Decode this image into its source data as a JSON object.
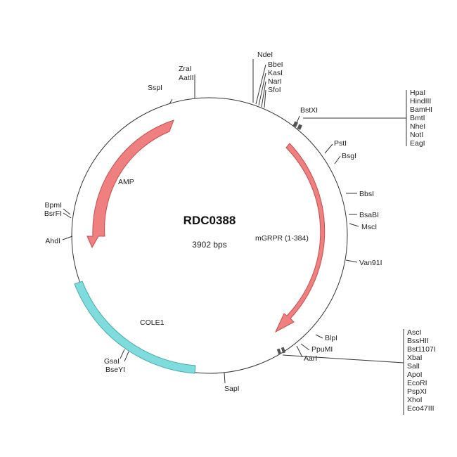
{
  "plasmid": {
    "name": "RDC0388",
    "size_label": "3902 bps",
    "colors": {
      "backbone": "#333333",
      "orf_fill": "#f08080",
      "orf_stroke": "#c05050",
      "ori_fill": "#7fdcdc",
      "ori_stroke": "#4aa8a8"
    }
  },
  "features": {
    "amp": "AMP",
    "mgrpr": "mGRPR (1-384)",
    "cole1": "COLE1"
  },
  "sites": {
    "ssp": "SspI",
    "zra": "ZraI",
    "aat": "AatII",
    "nde": "NdeI",
    "bbe": "BbeI",
    "kas": "KasI",
    "nar": "NarI",
    "sfo": "SfoI",
    "bstx": "BstXI",
    "pst": "PstI",
    "bsg": "BsgI",
    "bbs": "BbsI",
    "bsab": "BsaBI",
    "msc": "MscI",
    "van": "Van91I",
    "blp": "BlpI",
    "ppum": "PpuMI",
    "aar": "AarI",
    "sap": "SapI",
    "gsa": "GsaI",
    "bsey": "BseYI",
    "ahd": "AhdI",
    "bpm": "BpmI",
    "bsrf": "BsrFI",
    "top_cluster": [
      "HpaI",
      "HindIII",
      "BamHI",
      "BmtI",
      "NheI",
      "NotI",
      "EagI"
    ],
    "bottom_cluster": [
      "AscI",
      "BssHII",
      "Bst1107I",
      "XbaI",
      "SalI",
      "ApoI",
      "EcoRI",
      "PspXI",
      "XhoI",
      "Eco47III"
    ]
  }
}
